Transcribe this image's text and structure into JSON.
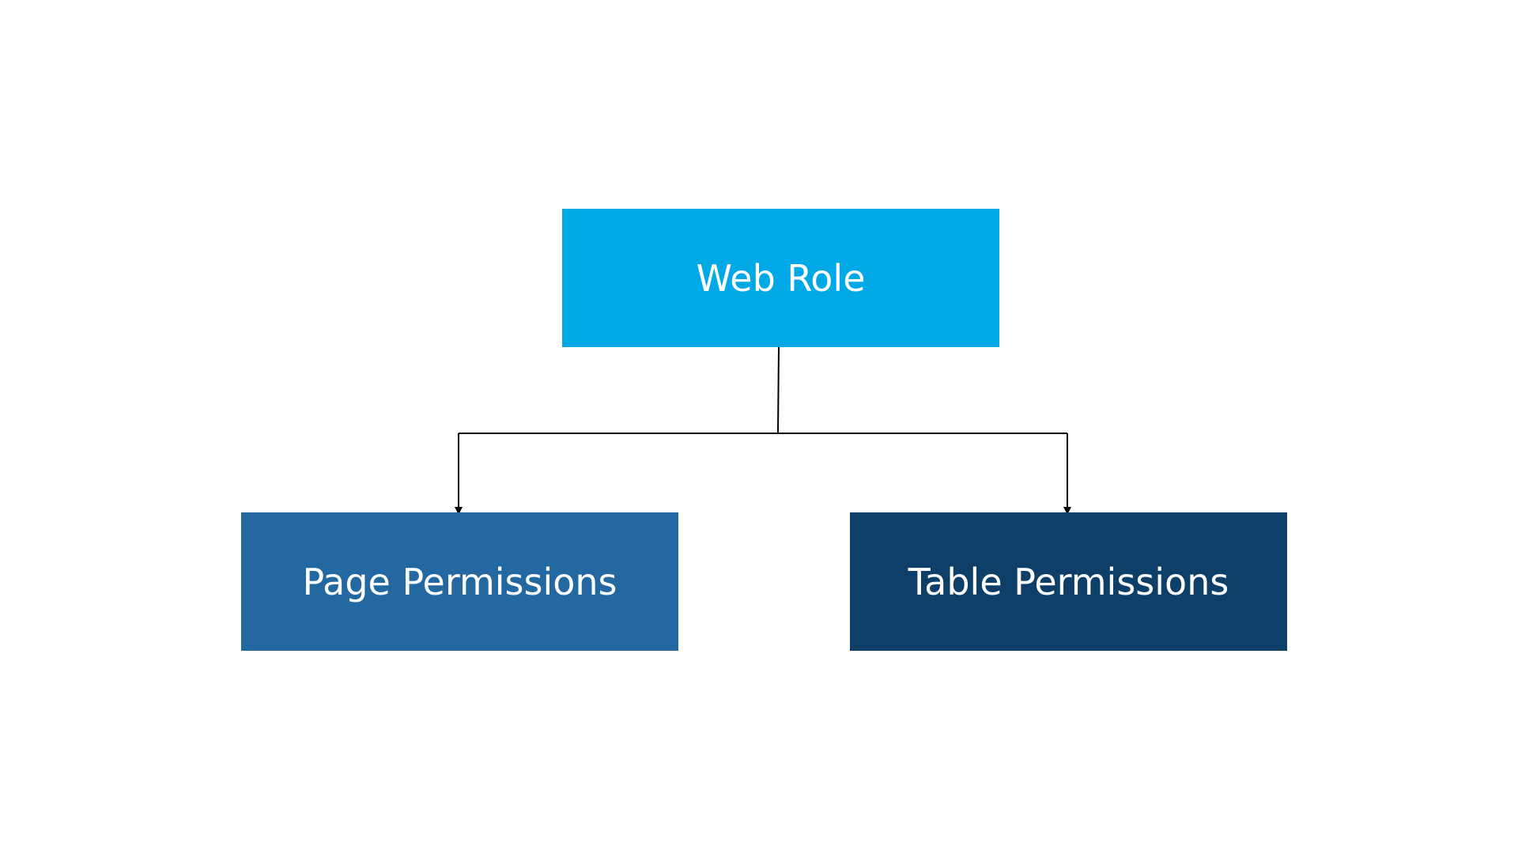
{
  "diagram": {
    "root": {
      "label": "Web Role",
      "color": "#00A9E6"
    },
    "children": [
      {
        "label": "Page Permissions",
        "color": "#2368A1"
      },
      {
        "label": "Table Permissions",
        "color": "#0E3F69"
      }
    ],
    "connector_color": "#000000"
  }
}
